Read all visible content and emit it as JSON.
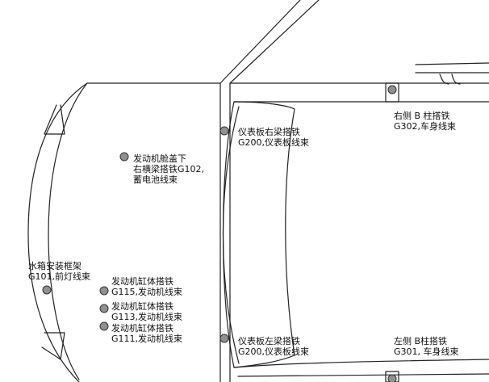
{
  "colors": {
    "line": "#222222",
    "point_fill": "#909090",
    "point_stroke": "#333333",
    "background": "#ffffff"
  },
  "points": [
    {
      "id": "dash-right",
      "lines": [
        "仪表板右梁搭铁",
        "G200,仪表板线束"
      ]
    },
    {
      "id": "b-pillar-right",
      "lines": [
        "右侧 B 柱搭铁",
        "G302,车身线束"
      ]
    },
    {
      "id": "hood-crossmember",
      "lines": [
        "发动机舱盖下",
        "右横梁搭铁G102,",
        "蓄电池线束"
      ]
    },
    {
      "id": "radiator-frame",
      "lines": [
        "水箱安装框架",
        "G101,前灯线束"
      ]
    },
    {
      "id": "engine-g115",
      "lines": [
        "发动机缸体搭铁",
        "G115,发动机线束"
      ]
    },
    {
      "id": "engine-g113",
      "lines": [
        "发动机缸体搭铁",
        "G113,发动机线束"
      ]
    },
    {
      "id": "engine-g111",
      "lines": [
        "发动机缸体搭铁",
        "G111,发动机线束"
      ]
    },
    {
      "id": "dash-left",
      "lines": [
        "仪表板左梁搭铁",
        "G200,仪表板线束"
      ]
    },
    {
      "id": "b-pillar-left",
      "lines": [
        "左侧 B柱搭铁",
        "G301, 车身线束"
      ]
    }
  ]
}
